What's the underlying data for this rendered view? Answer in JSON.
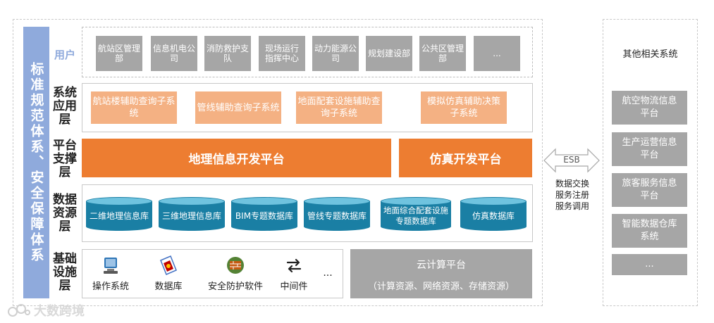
{
  "left_bar": "标准规范体系、安全保障体系",
  "layers": {
    "user": "用户",
    "system_app": "系统应用层",
    "platform": "平台支撑层",
    "data": "数据资源层",
    "infra": "基础设施层"
  },
  "users": [
    "航站区管理部",
    "信息机电公司",
    "消防救护支队",
    "现场运行指挥中心",
    "动力能源公司",
    "规划建设部",
    "公共区管理部",
    "..."
  ],
  "apps": [
    "航站楼辅助查询子系统",
    "管线辅助查询子系统",
    "地面配套设施辅助查询子系统",
    "模拟仿真辅助决策子系统"
  ],
  "platforms": [
    "地理信息开发平台",
    "仿真开发平台"
  ],
  "databases": [
    "二维地理信息库",
    "三维地理信息库",
    "BIM专题数据库",
    "管线专题数据库",
    "地面综合配套设施专题数据库",
    "仿真数据库"
  ],
  "infra": [
    "操作系统",
    "数据库",
    "安全防护软件",
    "中间件",
    "..."
  ],
  "cloud": {
    "title": "云计算平台",
    "subtitle": "（计算资源、网络资源、存储资源）"
  },
  "esb": {
    "label": "ESB",
    "lines": [
      "数据交换",
      "服务注册",
      "服务调用"
    ]
  },
  "other_systems": {
    "title": "其他相关系统",
    "items": [
      "航空物流信息平台",
      "生产运营信息平台",
      "旅客服务信息平台",
      "智能数据仓库系统",
      "..."
    ]
  },
  "watermark": "大数跨境"
}
